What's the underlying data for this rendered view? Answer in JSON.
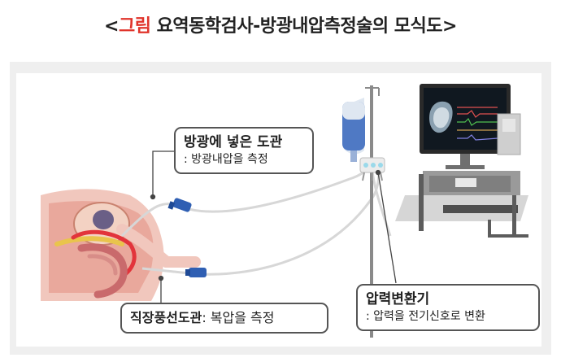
{
  "title": {
    "open_bracket": "<",
    "highlight": "그림",
    "rest": " 요역동학검사-방광내압측정술의 모식도",
    "close_bracket": ">"
  },
  "callouts": {
    "bladder_catheter": {
      "head": "방광에 넣은 도관",
      "sub": ": 방광내압을 측정"
    },
    "transducer": {
      "head": "압력변환기",
      "sub": ": 압력을 전기신호로 변환"
    },
    "rectal_balloon": {
      "head": "직장풍선도관",
      "sub": ": 복압을 측정"
    }
  },
  "colors": {
    "accent": "#e0342b",
    "border": "#555555",
    "panel": "#efefef"
  }
}
